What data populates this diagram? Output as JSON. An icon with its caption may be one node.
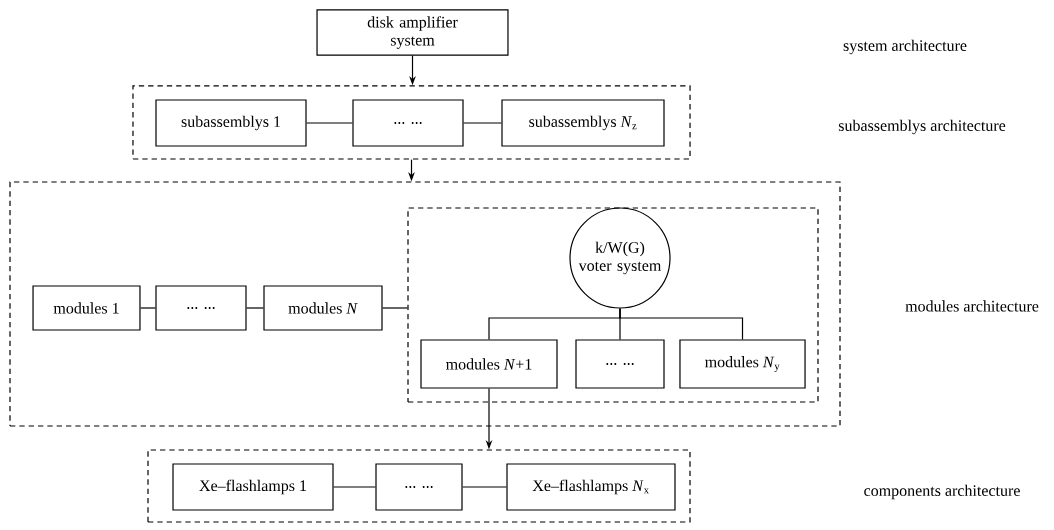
{
  "diagram": {
    "nodes": [
      {
        "text": [
          "disk amplifier system"
        ]
      },
      {
        "text": [],
        "shape": "box"
      },
      {
        "text": [
          "subassemblys 1"
        ],
        "in": 1
      },
      {
        "text": [
          "... ..."
        ],
        "in": 1
      },
      {
        "text": [
          "subassemblys *N*$_{z}$"
        ],
        "in": 1
      },
      {
        "text": [],
        "shape": "box"
      },
      {
        "text": [
          "modules 1"
        ],
        "in": 5
      },
      {
        "text": [
          "... ..."
        ],
        "in": 5
      },
      {
        "text": [
          "modules *N*"
        ],
        "in": 5
      },
      {
        "text": [],
        "shape": "box",
        "in": 5
      },
      {
        "text": [
          "k/W(G) voter system"
        ],
        "in": 9
      },
      {
        "text": [
          "modules *N*+1"
        ],
        "in": 9
      },
      {
        "text": [
          "... ..."
        ],
        "in": 9
      },
      {
        "text": [
          "modules *N*$_{y}$"
        ],
        "in": 9
      },
      {
        "text": [],
        "shape": "box"
      },
      {
        "text": [
          "Xe–flashlamps 1"
        ],
        "in": 14
      },
      {
        "text": [
          "... ..."
        ],
        "in": 14
      },
      {
        "text": [
          "Xe–flashlamps *N*$_{x}$"
        ],
        "in": 14
      }
    ],
    "edges": [
      {
        "from": 0,
        "to": 1,
        "arrow": "to"
      },
      {
        "from": 1,
        "to": 5,
        "arrow": "to"
      },
      {
        "from": 2,
        "to": 3,
        "arrow": "none"
      },
      {
        "from": 3,
        "to": 4,
        "arrow": "none"
      },
      {
        "from": 6,
        "to": 7,
        "arrow": "none"
      },
      {
        "from": 7,
        "to": 8,
        "arrow": "none"
      },
      {
        "from": 8,
        "to": 9,
        "arrow": "none"
      },
      {
        "from": 10,
        "to": 11,
        "arrow": "none"
      },
      {
        "from": 10,
        "to": 12,
        "arrow": "none"
      },
      {
        "from": 10,
        "to": 13,
        "arrow": "none"
      },
      {
        "from": 11,
        "to": 14,
        "arrow": "to"
      },
      {
        "from": 15,
        "to": 16,
        "arrow": "none"
      },
      {
        "from": 16,
        "to": 17,
        "arrow": "none"
      }
    ],
    "labels": [
      "system architecture",
      "subassemblys architecture",
      "modules architecture",
      "components architecture"
    ]
  }
}
